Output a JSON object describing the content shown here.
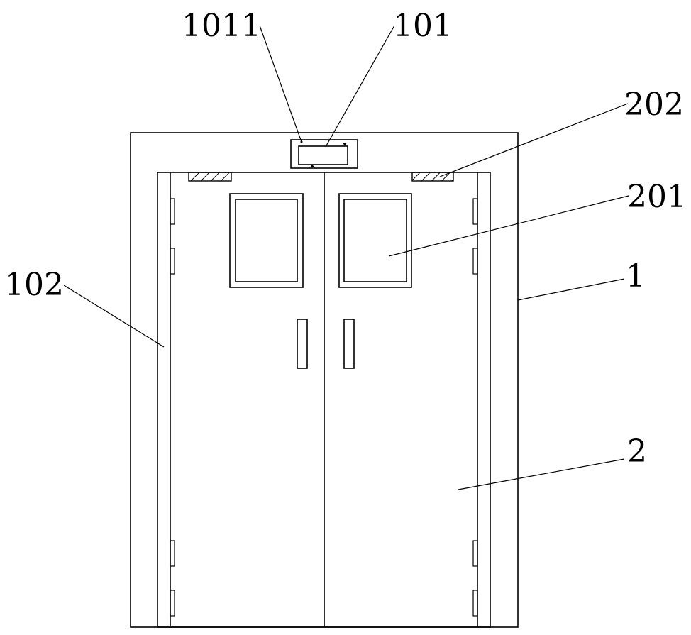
{
  "labels": {
    "l1011": "1011",
    "l101": "101",
    "l202": "202",
    "l201": "201",
    "l102": "102",
    "l1": "1",
    "l2": "2"
  }
}
